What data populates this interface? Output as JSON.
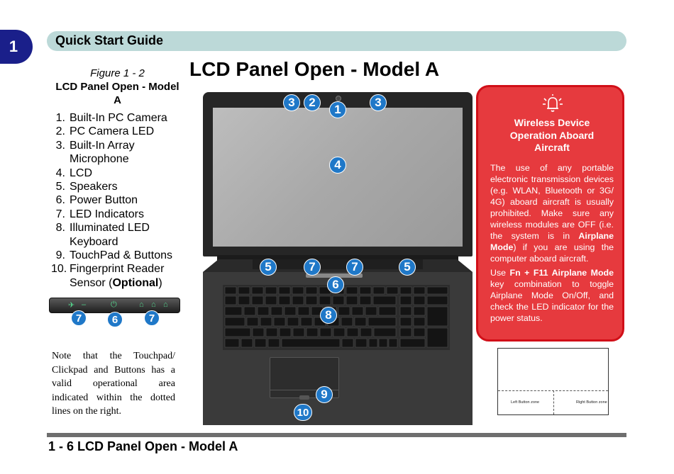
{
  "chapter": {
    "number": "1"
  },
  "header": {
    "title": "Quick Start Guide"
  },
  "page_title": "LCD Panel Open - Model A",
  "figure": {
    "number": "Figure 1 - 2",
    "name": "LCD Panel Open - Model A"
  },
  "legend": [
    {
      "num": "1.",
      "text": "Built-In PC Camera"
    },
    {
      "num": "2.",
      "text": "PC Camera LED"
    },
    {
      "num": "3.",
      "text": "Built-In Array Microphone"
    },
    {
      "num": "4.",
      "text": "LCD"
    },
    {
      "num": "5.",
      "text": "Speakers"
    },
    {
      "num": "6.",
      "text": "Power Button"
    },
    {
      "num": "7.",
      "text": "LED Indicators"
    },
    {
      "num": "8.",
      "text": "Illuminated LED Keyboard"
    },
    {
      "num": "9.",
      "text": "TouchPad & Buttons"
    },
    {
      "num": "10.",
      "text": "Fingerprint Reader Sensor (",
      "bold": "Optional",
      "after": ")"
    }
  ],
  "callouts": {
    "camera": "1",
    "camera_led": "2",
    "mic": "3",
    "lcd": "4",
    "speakers": "5",
    "power": "6",
    "led": "7",
    "keyboard": "8",
    "touchpad": "9",
    "fingerprint": "10"
  },
  "note": "Note that the Touchpad/ Clickpad and Buttons has a valid operational area indicated within the dotted lines on the right.",
  "warning": {
    "icon": "bell-alert-icon",
    "title": "Wireless Device Operation Aboard Aircraft",
    "p1_before": "The use of any portable electronic transmission devices (e.g. WLAN, Bluetooth or 3G/ 4G) aboard aircraft is usually prohibited. Make sure any wireless modules are OFF (i.e. the system is in ",
    "p1_bold1": "Airplane Mode",
    "p1_after": ") if you are using the computer aboard aircraft.",
    "p2_before": "Use ",
    "p2_bold": "Fn + F11 Airplane Mode",
    "p2_after": " key combination to toggle Airplane Mode On/Off, and check the LED indicator for the power status."
  },
  "touchpad_diagram": {
    "left_label": "Left Button zone",
    "right_label": "Right Button zone"
  },
  "footer": {
    "text": "1 - 6 LCD Panel Open - Model A"
  },
  "colors": {
    "chapter_tab": "#1a1f8a",
    "header_bar": "#bcd9d8",
    "callout": "#1f78c8",
    "warning_bg": "#e63a3e"
  }
}
